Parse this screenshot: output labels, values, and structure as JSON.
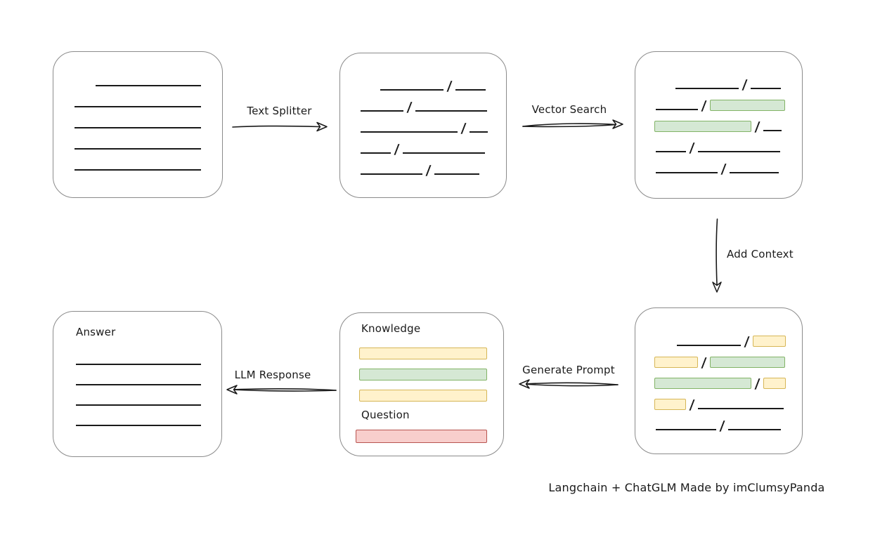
{
  "caption": "Langchain + ChatGLM Made by imClumsyPanda",
  "slash": "/",
  "colors": {
    "line": "#1a1a1a",
    "box_border": "#8b8b8b",
    "green_fill": "#d5e8d4",
    "green_border": "#82b366",
    "yellow_fill": "#fff2cc",
    "yellow_border": "#d6b656",
    "red_fill": "#f8cecc",
    "red_border": "#b85450"
  },
  "arrows": {
    "text_splitter": {
      "label": "Text Splitter",
      "direction": "right"
    },
    "vector_search": {
      "label": "Vector Search",
      "direction": "right"
    },
    "add_context": {
      "label": "Add Context",
      "direction": "down"
    },
    "generate_prompt": {
      "label": "Generate Prompt",
      "direction": "left"
    },
    "llm_response": {
      "label": "LLM Response",
      "direction": "left"
    }
  },
  "boxes": {
    "document": {
      "rows": [
        [
          {
            "t": "line",
            "w": 150,
            "ml": 60
          }
        ],
        [
          {
            "t": "line",
            "w": 180,
            "ml": 30
          }
        ],
        [
          {
            "t": "line",
            "w": 180,
            "ml": 30
          }
        ],
        [
          {
            "t": "line",
            "w": 180,
            "ml": 30
          }
        ],
        [
          {
            "t": "line",
            "w": 180,
            "ml": 30
          }
        ]
      ]
    },
    "split_text": {
      "rows": [
        [
          {
            "t": "line",
            "w": 90,
            "ml": 57
          },
          {
            "t": "slash"
          },
          {
            "t": "line",
            "w": 43
          }
        ],
        [
          {
            "t": "line",
            "w": 61,
            "ml": 29
          },
          {
            "t": "slash"
          },
          {
            "t": "line",
            "w": 102
          }
        ],
        [
          {
            "t": "line",
            "w": 138,
            "ml": 29
          },
          {
            "t": "slash"
          },
          {
            "t": "line",
            "w": 26
          }
        ],
        [
          {
            "t": "line",
            "w": 43,
            "ml": 29
          },
          {
            "t": "slash"
          },
          {
            "t": "line",
            "w": 117
          }
        ],
        [
          {
            "t": "line",
            "w": 88,
            "ml": 29
          },
          {
            "t": "slash"
          },
          {
            "t": "line",
            "w": 64
          }
        ]
      ]
    },
    "vector_matched": {
      "rows": [
        [
          {
            "t": "line",
            "w": 90,
            "ml": 57
          },
          {
            "t": "slash"
          },
          {
            "t": "line",
            "w": 43
          }
        ],
        [
          {
            "t": "line",
            "w": 60,
            "ml": 29
          },
          {
            "t": "slash"
          },
          {
            "t": "green",
            "w": 107
          }
        ],
        [
          {
            "t": "green",
            "w": 138,
            "ml": 27
          },
          {
            "t": "slash"
          },
          {
            "t": "line",
            "w": 26
          }
        ],
        [
          {
            "t": "line",
            "w": 43,
            "ml": 29
          },
          {
            "t": "slash"
          },
          {
            "t": "line",
            "w": 117
          }
        ],
        [
          {
            "t": "line",
            "w": 88,
            "ml": 29
          },
          {
            "t": "slash"
          },
          {
            "t": "line",
            "w": 70
          }
        ]
      ]
    },
    "context_added": {
      "rows": [
        [
          {
            "t": "line",
            "w": 91,
            "ml": 59
          },
          {
            "t": "slash"
          },
          {
            "t": "yellow",
            "w": 47
          }
        ],
        [
          {
            "t": "yellow",
            "w": 62,
            "ml": 27
          },
          {
            "t": "slash"
          },
          {
            "t": "green",
            "w": 107
          }
        ],
        [
          {
            "t": "green",
            "w": 138,
            "ml": 27
          },
          {
            "t": "slash"
          },
          {
            "t": "yellow",
            "w": 32
          }
        ],
        [
          {
            "t": "yellow",
            "w": 45,
            "ml": 27
          },
          {
            "t": "slash"
          },
          {
            "t": "line",
            "w": 122
          }
        ],
        [
          {
            "t": "line",
            "w": 86,
            "ml": 29
          },
          {
            "t": "slash"
          },
          {
            "t": "line",
            "w": 75
          }
        ]
      ]
    },
    "prompt": {
      "knowledge_label": "Knowledge",
      "question_label": "Question",
      "knowledge_bars": [
        "yellow",
        "green",
        "yellow"
      ],
      "question_bars": [
        "red"
      ]
    },
    "answer": {
      "label": "Answer",
      "rows": [
        [
          {
            "t": "line",
            "w": 178,
            "ml": 32
          }
        ],
        [
          {
            "t": "line",
            "w": 178,
            "ml": 32
          }
        ],
        [
          {
            "t": "line",
            "w": 178,
            "ml": 32
          }
        ],
        [
          {
            "t": "line",
            "w": 178,
            "ml": 32
          }
        ]
      ]
    }
  }
}
